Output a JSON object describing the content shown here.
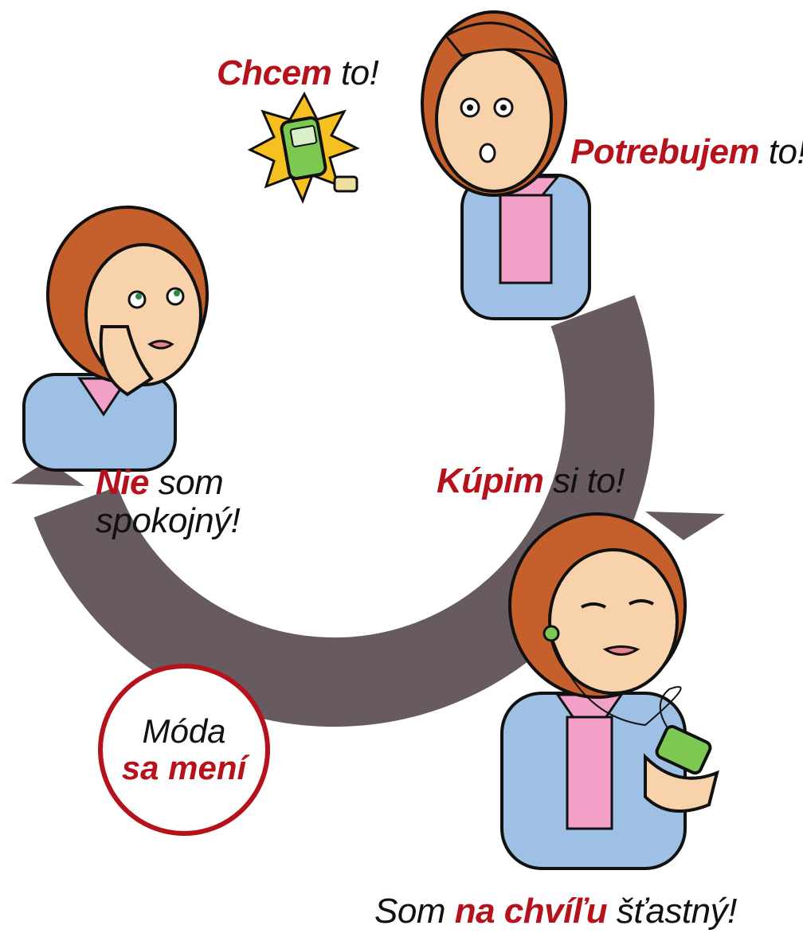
{
  "colors": {
    "arrow": "#675b61",
    "accent": "#b5121b",
    "text": "#111111",
    "jacket": "#9ec0e4",
    "shirt": "#f2a0c8",
    "skin": "#f7d2aa",
    "hair": "#c55f2b",
    "gadget": "#7cc850",
    "burst": "#f6c020"
  },
  "icons": [
    "person-curious",
    "person-need",
    "person-happy-listening",
    "person-bored",
    "mp3-player-starburst"
  ],
  "stages": {
    "want": {
      "em": "Chcem",
      "rest": " to!"
    },
    "need": {
      "em": "Potrebujem",
      "rest": " to!"
    },
    "buy": {
      "em": "Kúpim",
      "rest": " si to!"
    },
    "happy": {
      "pre": "Som ",
      "em": "na chvíľu",
      "rest": " šťastný!"
    },
    "unsat": {
      "em": "Nie",
      "rest": " som",
      "line2": "spokojný!"
    }
  },
  "badge": {
    "line1": "Móda",
    "line2": "sa mení"
  }
}
